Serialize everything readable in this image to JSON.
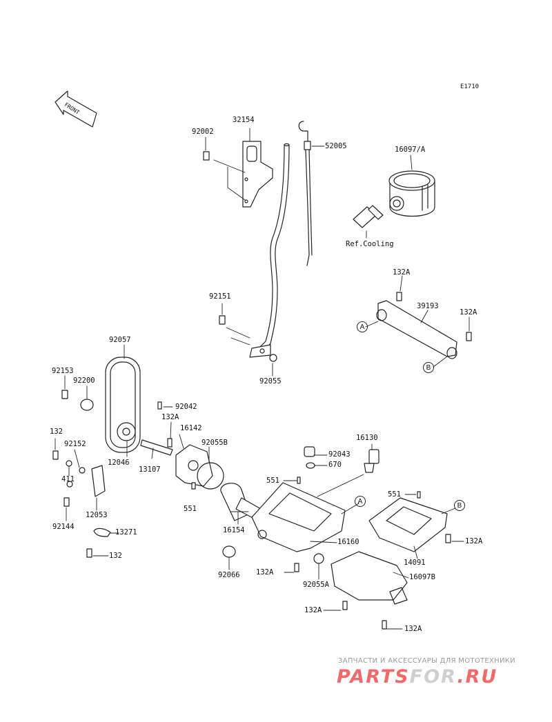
{
  "diagram_code": "E1710",
  "front_label": "FRONT",
  "ref_note": "Ref.Cooling",
  "callouts": {
    "c92002": "92002",
    "c32154": "32154",
    "c52005": "52005",
    "c16097a": "16097/A",
    "c132a_1": "132A",
    "c39193": "39193",
    "c132a_2": "132A",
    "c92151": "92151",
    "c92055": "92055",
    "c92057": "92057",
    "c92153": "92153",
    "c92200": "92200",
    "c92042": "92042",
    "c132a_3": "132A",
    "c16142": "16142",
    "c92055b": "92055B",
    "c132": "132",
    "c92152": "92152",
    "c12046": "12046",
    "c13107": "13107",
    "c411": "411",
    "c12053": "12053",
    "c551_1": "551",
    "c92144": "92144",
    "c13271": "13271",
    "c132_2": "132",
    "c16130": "16130",
    "c92043": "92043",
    "c670": "670",
    "c551_2": "551",
    "c551_3": "551",
    "c16154": "16154",
    "c16160": "16160",
    "c92066": "92066",
    "c132a_4": "132A",
    "c92055a": "92055A",
    "c132a_5": "132A",
    "c14091": "14091",
    "c16097b": "16097B",
    "c132a_6": "132A",
    "c132a_7": "132A"
  },
  "refs": {
    "a_left": "A",
    "b_left": "B",
    "a_right": "A",
    "b_right": "B"
  },
  "watermark": {
    "caption": "ЗАПЧАСТИ И АКСЕССУАРЫ ДЛЯ МОТОТЕХНИКИ",
    "logo_part1": "PARTS",
    "logo_part2": "FOR",
    "logo_part3": ".RU"
  }
}
